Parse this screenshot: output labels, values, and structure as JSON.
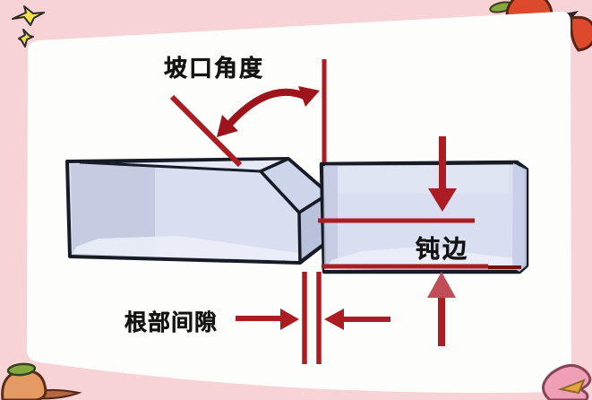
{
  "figure": {
    "title": "weld groove joint terminology diagram",
    "labels": {
      "groove_angle": "坡口角度",
      "root_face": "钝边",
      "root_gap": "根部间隙"
    },
    "colors": {
      "background_pink": "#f7d3d6",
      "panel_white": "#fdfdfc",
      "block_fill": "#d9dff0",
      "block_outline": "#171b26",
      "annotation_red": "#ab1d22",
      "annotation_red_dark": "#9d141b",
      "annotation_red_light": "#bf4e58",
      "star_yellow": "#f5e04c",
      "fruit_orange": "#dd4a2b",
      "leaf_green": "#84a83d",
      "fruit_peach": "#e49a62",
      "fruit_pink": "#ef9fb6"
    }
  }
}
